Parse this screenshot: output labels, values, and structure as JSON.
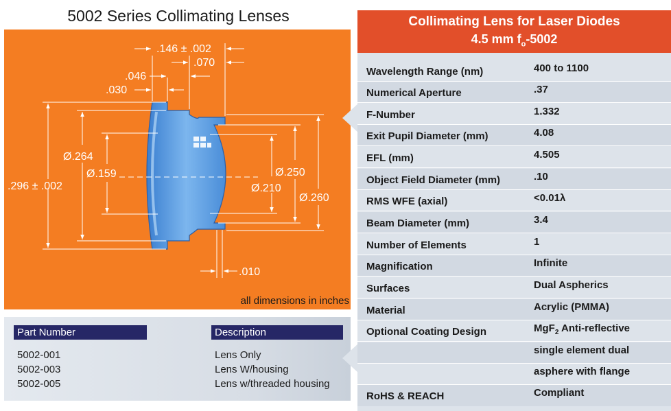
{
  "page": {
    "title": "5002 Series Collimating Lenses"
  },
  "drawing": {
    "note": "all dimensions in inches",
    "dims": {
      "thickness": ".146 ± .002",
      "flange_width": ".070",
      "step_left": ".046",
      "front_offset": ".030",
      "od_left": "Ø.264",
      "clear_left": "Ø.159",
      "height": ".296 ± .002",
      "od_right_inner": "Ø.250",
      "clear_right": "Ø.210",
      "od_right_outer": "Ø.260",
      "tip": ".010"
    }
  },
  "parts": {
    "headers": {
      "part": "Part Number",
      "desc": "Description"
    },
    "rows": [
      {
        "part": "5002-001",
        "desc": "Lens Only"
      },
      {
        "part": "5002-003",
        "desc": "Lens W/housing"
      },
      {
        "part": "5002-005",
        "desc": "Lens w/threaded housing"
      }
    ]
  },
  "spec": {
    "title_line1": "Collimating Lens for Laser Diodes",
    "title_line2_main": "4.5 mm f",
    "title_line2_sub": "o",
    "title_line2_tail": "-5002",
    "rows": [
      {
        "label": "Wavelength Range (nm)",
        "value": "400 to 1100"
      },
      {
        "label": "Numerical Aperture",
        "value": ".37"
      },
      {
        "label": "F-Number",
        "value": "1.332"
      },
      {
        "label": "Exit Pupil Diameter (mm)",
        "value": "4.08"
      },
      {
        "label": "EFL (mm)",
        "value": "4.505"
      },
      {
        "label": "Object Field Diameter (mm)",
        "value": ".10"
      },
      {
        "label": "RMS WFE (axial)",
        "value": "<0.01λ"
      },
      {
        "label": "Beam Diameter (mm)",
        "value": "3.4"
      },
      {
        "label": "Number of Elements",
        "value": "1"
      },
      {
        "label": "Magnification",
        "value": "Infinite"
      },
      {
        "label": "Surfaces",
        "value": "Dual Aspherics"
      },
      {
        "label": "Material",
        "value": "Acrylic (PMMA)"
      },
      {
        "label": "Optional Coating Design",
        "value_main": "MgF",
        "value_sub": "2",
        "value_tail": " Anti-reflective"
      },
      {
        "label": "",
        "value": "single element dual"
      },
      {
        "label": "",
        "value": "asphere with flange"
      },
      {
        "label": "RoHS & REACH",
        "value": "Compliant"
      }
    ]
  }
}
